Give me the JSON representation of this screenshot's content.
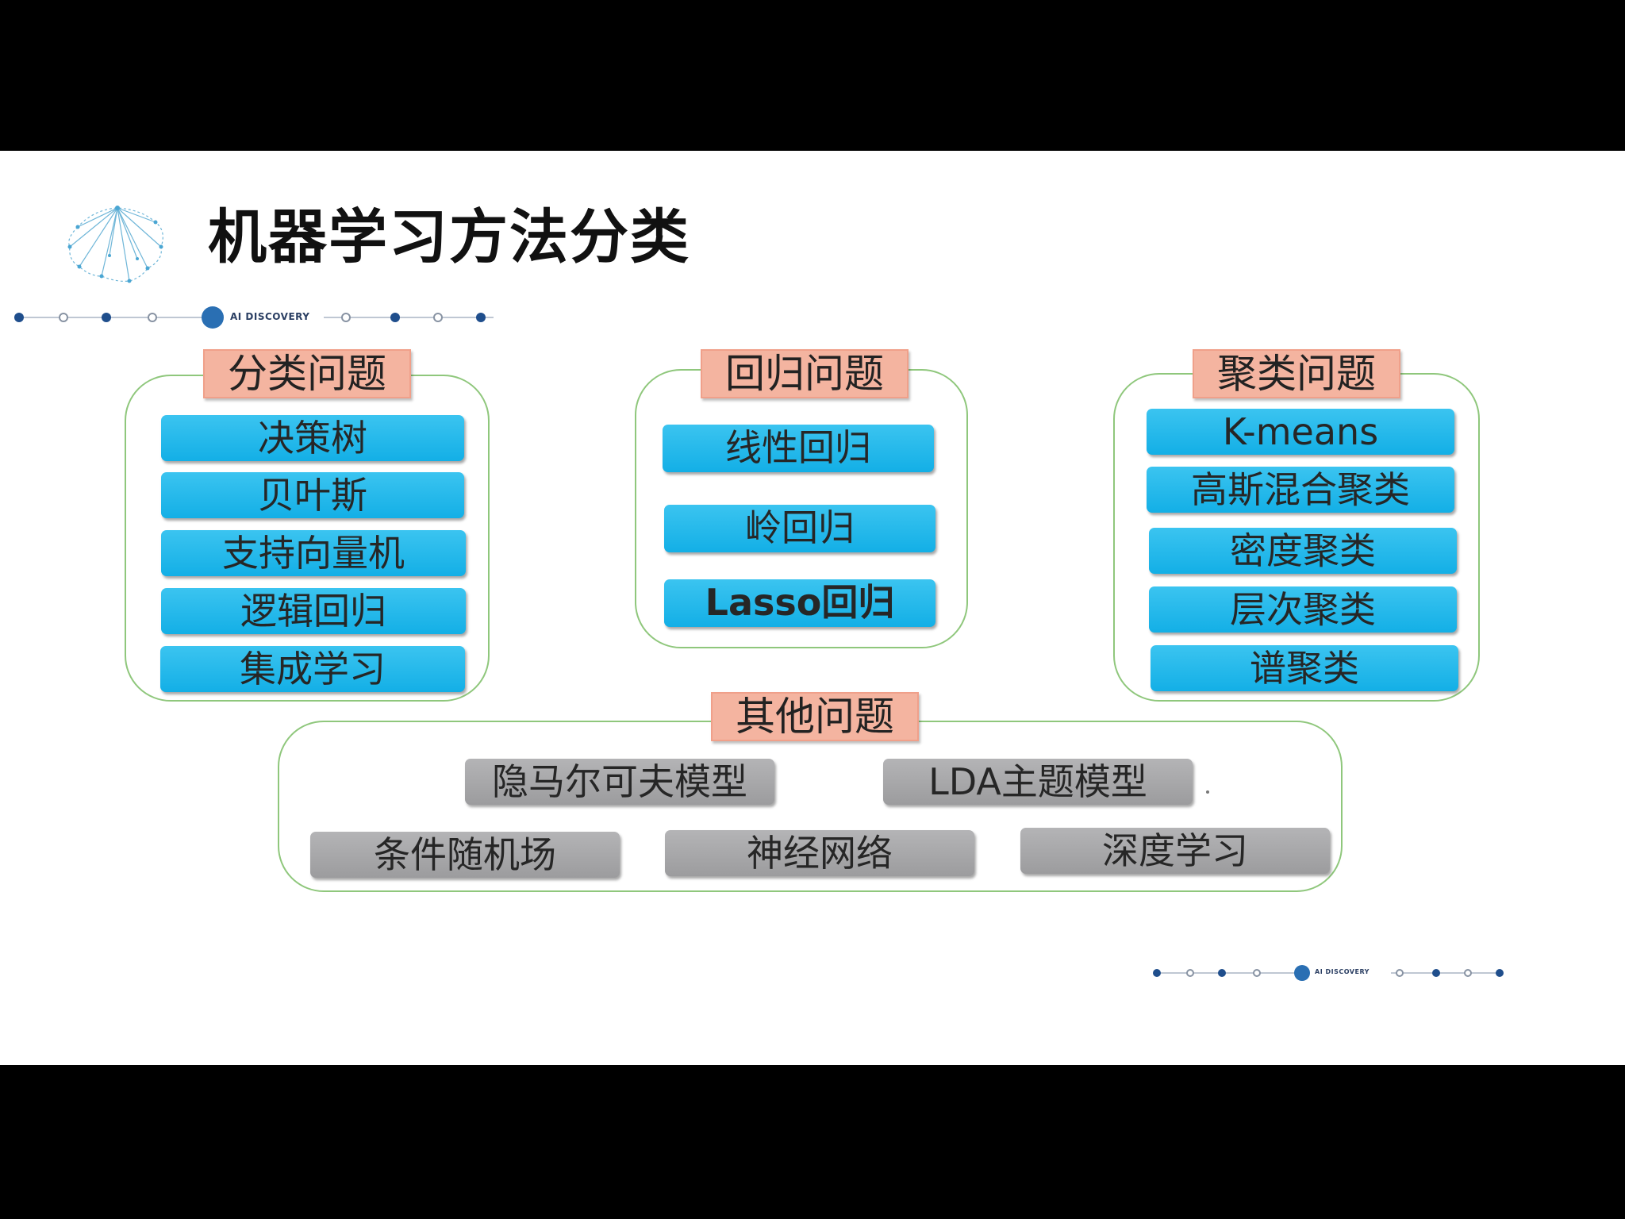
{
  "slide": {
    "title": "机器学习方法分类",
    "brand_label": "AI DISCOVERY",
    "brand_label_footer": "AI DISCOVERY"
  },
  "groups": {
    "classification": {
      "label": "分类问题",
      "items": [
        "决策树",
        "贝叶斯",
        "支持向量机",
        "逻辑回归",
        "集成学习"
      ]
    },
    "regression": {
      "label": "回归问题",
      "items": [
        "线性回归",
        "岭回归",
        "Lasso回归"
      ]
    },
    "clustering": {
      "label": "聚类问题",
      "items": [
        "K-means",
        "高斯混合聚类",
        "密度聚类",
        "层次聚类",
        "谱聚类"
      ]
    },
    "other": {
      "label": "其他问题",
      "items": [
        "隐马尔可夫模型",
        "LDA主题模型",
        "条件随机场",
        "神经网络",
        "深度学习"
      ]
    }
  },
  "colors": {
    "group_border": "#8fc77c",
    "label_fill": "#f4b4a0",
    "pill_blue": "#1db7ea",
    "pill_gray": "#a6a6a8",
    "dot_dark": "#1f4e8c"
  }
}
